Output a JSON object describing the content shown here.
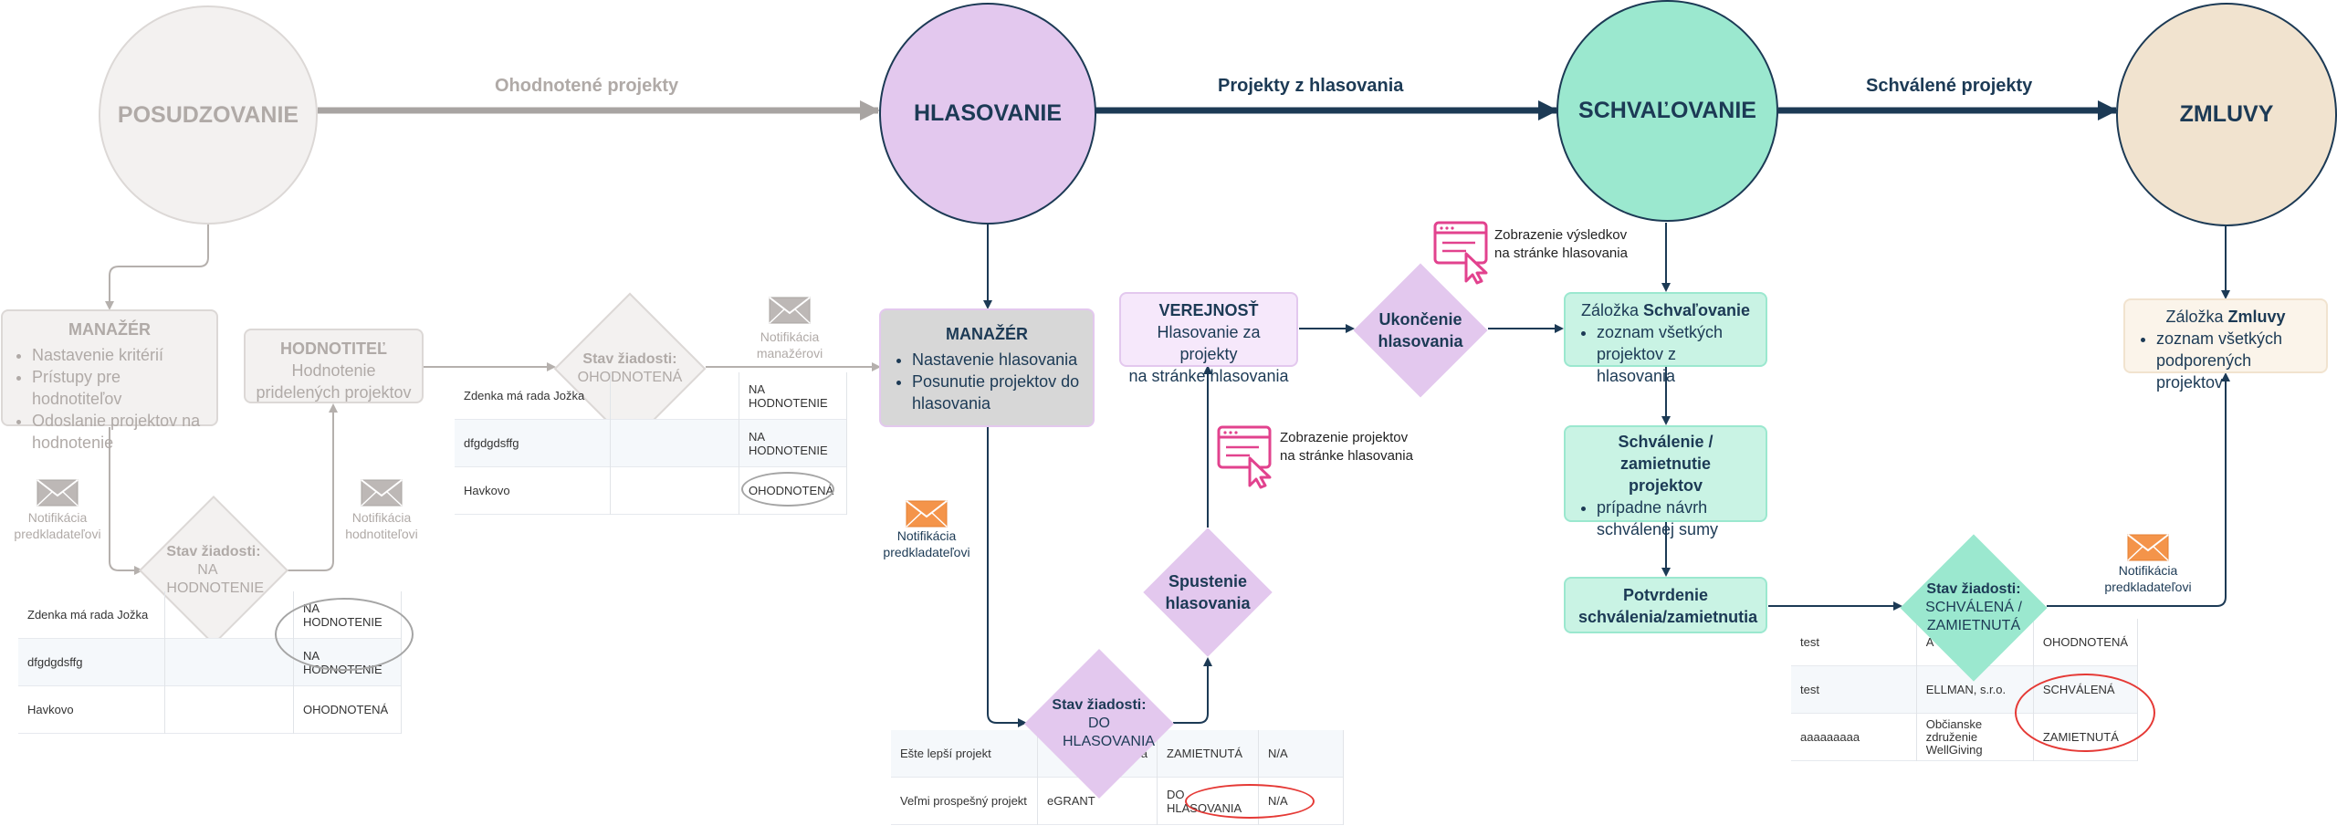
{
  "colors": {
    "gray_text": "#b0aaa7",
    "gray_fill": "#f3f1f0",
    "gray_border": "#dcd8d6",
    "navy": "#1c3a55",
    "purple_fill": "#e3c8ee",
    "green_fill": "#9be8cf",
    "beige_fill": "#f1e3cf",
    "orange": "#f4944a",
    "pink": "#e2428e",
    "red": "#e53935"
  },
  "stages": [
    {
      "label": "POSUDZOVANIE"
    },
    {
      "label": "HLASOVANIE"
    },
    {
      "label": "SCHVAĽOVANIE"
    },
    {
      "label": "ZMLUVY"
    }
  ],
  "flows": [
    {
      "label": "Ohodnotené projekty"
    },
    {
      "label": "Projekty z hlasovania"
    },
    {
      "label": "Schválené projekty"
    }
  ],
  "posudzovanie": {
    "manazer": {
      "title": "MANAŽÉR",
      "items": [
        "Nastavenie kritérií",
        "Prístupy pre hodnotiteľov",
        "Odoslanie projektov na hodnotenie"
      ]
    },
    "hodnotitel": {
      "title": "HODNOTITEĽ",
      "text": "Hodnotenie pridelených projektov"
    },
    "state1": {
      "title": "Stav žiadosti:",
      "value": "NA HODNOTENIE"
    },
    "state2": {
      "title": "Stav žiadosti:",
      "value": "OHODNOTENÁ"
    },
    "notif_predkladatel": {
      "line1": "Notifikácia",
      "line2": "predkladateľovi"
    },
    "notif_hodnotitel": {
      "line1": "Notifikácia",
      "line2": "hodnotiteľovi"
    },
    "notif_manazer": {
      "line1": "Notifikácia",
      "line2": "manažérovi"
    },
    "table1": [
      {
        "name": "Zdenka má rada Jožka",
        "status": "NA HODNOTENIE"
      },
      {
        "name": "dfgdgdsffg",
        "status": "NA HODNOTENIE"
      },
      {
        "name": "Havkovo",
        "status": "OHODNOTENÁ"
      }
    ],
    "table2": [
      {
        "name": "Zdenka má rada Jožka",
        "status": "NA HODNOTENIE"
      },
      {
        "name": "dfgdgdsffg",
        "status": "NA HODNOTENIE"
      },
      {
        "name": "Havkovo",
        "status": "OHODNOTENÁ"
      }
    ]
  },
  "hlasovanie": {
    "manazer": {
      "title": "MANAŽÉR",
      "items": [
        "Nastavenie hlasovania",
        "Posunutie projektov do hlasovania"
      ]
    },
    "notif_predkladatel": {
      "line1": "Notifikácia",
      "line2": "predkladateľovi"
    },
    "state": {
      "title": "Stav žiadosti:",
      "value": "DO HLASOVANIA"
    },
    "spustenie": {
      "line1": "Spustenie",
      "line2": "hlasovania"
    },
    "zobrazenie_projektov": {
      "line1": "Zobrazenie projektov",
      "line2": "na stránke hlasovania"
    },
    "verejnost": {
      "title": "VEREJNOSŤ",
      "line1": "Hlasovanie za projekty",
      "line2": "na stránke hlasovania"
    },
    "ukoncenie": {
      "line1": "Ukončenie",
      "line2": "hlasovania"
    },
    "zobrazenie_vysledkov": {
      "line1": "Zobrazenie výsledkov",
      "line2": "na stránke hlasovania"
    },
    "table": [
      {
        "name": "Ešte lepší projekt",
        "org": "va",
        "status": "ZAMIETNUTÁ",
        "extra": "N/A"
      },
      {
        "name": "Veľmi prospešný projekt",
        "org": "eGRANT",
        "status": "DO HLASOVANIA",
        "extra": "N/A"
      }
    ]
  },
  "schvalovanie": {
    "zalozka": {
      "prefix": "Záložka ",
      "bold": "Schvaľovanie",
      "items": [
        "zoznam všetkých projektov z hlasovania"
      ]
    },
    "schvalenie": {
      "title": "Schválenie / zamietnutie projektov",
      "items": [
        "prípadne návrh schválenej sumy"
      ]
    },
    "potvrdenie": {
      "title": "Potvrdenie schválenia/zamietnutia"
    },
    "state": {
      "title": "Stav žiadosti:",
      "value": "SCHVÁLENÁ / ZAMIETNUTÁ"
    },
    "notif_predkladatel": {
      "line1": "Notifikácia",
      "line2": "predkladateľovi"
    },
    "table": [
      {
        "name": "test",
        "org": "A",
        "status": "OHODNOTENÁ"
      },
      {
        "name": "test",
        "org": "ELLMAN, s.r.o.",
        "status": "SCHVÁLENÁ"
      },
      {
        "name": "aaaaaaaaa",
        "org": "Občianske združenie WellGiving",
        "status": "ZAMIETNUTÁ"
      }
    ]
  },
  "zmluvy": {
    "zalozka": {
      "prefix": "Záložka ",
      "bold": "Zmluvy",
      "items": [
        "zoznam všetkých podporených projektov"
      ]
    }
  }
}
